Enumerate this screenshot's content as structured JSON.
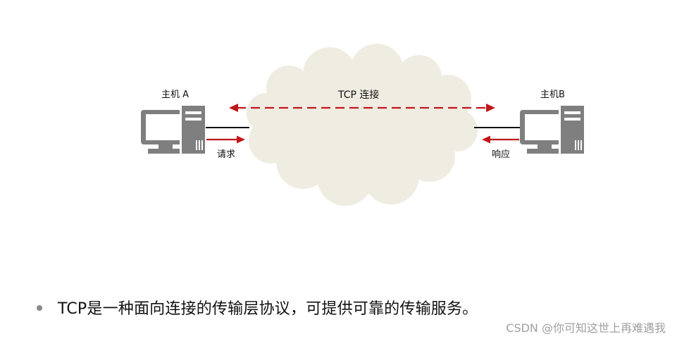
{
  "diagram": {
    "host_a_label": "主机 A",
    "host_b_label": "主机B",
    "connection_label": "TCP 连接",
    "request_label": "请求",
    "response_label": "响应",
    "cloud_color": "#efece2",
    "arrow_color": "#c0171b",
    "computer_color": "#7f7f7f"
  },
  "bullet": {
    "text": "TCP是一种面向连接的传输层协议，可提供可靠的传输服务。"
  },
  "watermark": {
    "text": "CSDN @你可知这世上再难遇我"
  }
}
